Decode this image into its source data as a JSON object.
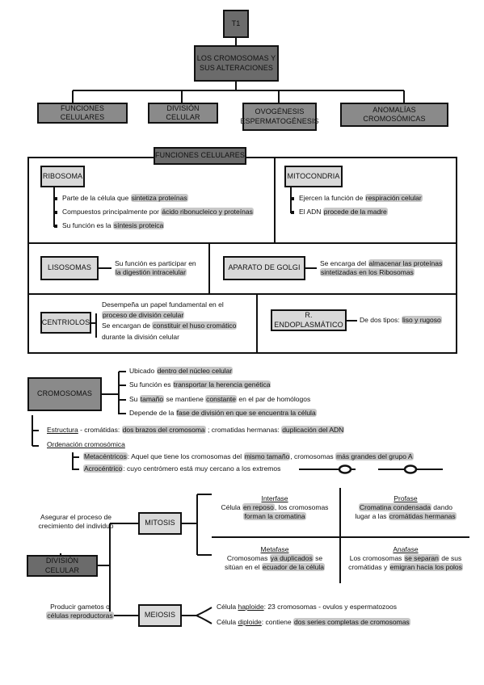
{
  "top": {
    "t1": "T1",
    "title_1": "LOS CROMOSOMAS Y",
    "title_2": "SUS ALTERACIONES"
  },
  "branches": {
    "funciones": "FUNCIONES CELULARES",
    "division": "DIVISIÓN CELULAR",
    "ovo_1": "OVOGÉNESIS",
    "ovo_2": "ESPERMATOGÉNESIS",
    "anomalias": "ANOMALÍAS CROMOSÓMICAS"
  },
  "funciones": {
    "header": "FUNCIONES CELULARES",
    "ribosoma": {
      "label": "RIBOSOMA",
      "b1_pre": "Parte de la célula que ",
      "b1_hl": "sintetiza proteínas",
      "b2_pre": "Compuestos principalmente por ",
      "b2_hl": "ácido ribonucleico y proteínas",
      "b3_pre": "Su función es la ",
      "b3_hl": "síntesis proteica"
    },
    "mitocondria": {
      "label": "MITOCONDRIA",
      "b1_pre": "Ejercen la función de ",
      "b1_hl": "respiración celular",
      "b2_pre": "El ADN ",
      "b2_hl": "procede de la madre"
    },
    "lisosomas": {
      "label": "LISOSOMAS",
      "l1": "Su función es participar en",
      "l2": "la digestión intracelular"
    },
    "golgi": {
      "label": "APARATO DE GOLGI",
      "l1_pre": "Se encarga del ",
      "l1_hl": "almacenar las proteínas",
      "l2": "sintetizadas en los Ribosomas"
    },
    "centriolos": {
      "label": "CENTRIOLOS",
      "l1": "Desempeña un papel fundamental en el",
      "l2": "proceso de división celular",
      "l3_pre": "Se encargan de ",
      "l3_hl": "constituir el huso cromático",
      "l4": "durante la división celular"
    },
    "reticulo": {
      "label": "R. ENDOPLASMÁTICO",
      "pre": "De dos tipos: ",
      "hl": "liso y rugoso"
    }
  },
  "cromosomas": {
    "label": "CROMOSOMAS",
    "b1_pre": "Ubicado ",
    "b1_hl": "dentro del núcleo celular",
    "b2_pre": "Su función es ",
    "b2_hl": "transportar la herencia genética",
    "b3_pre": "Su ",
    "b3_hl1": "tamaño",
    "b3_mid": " se mantiene ",
    "b3_hl2": "constante",
    "b3_post": " en el par de homólogos",
    "b4_pre": "Depende de la ",
    "b4_hl": "fase de división en que se encuentra la célula",
    "estructura_label": "Estructura",
    "estructura_pre": " - cromátidas: ",
    "estructura_hl1": "dos brazos del cromosoma",
    "estructura_mid": " ; cromatidas hermanas: ",
    "estructura_hl2": "duplicación del ADN",
    "ordenacion_label": "Ordenación cromosómica",
    "meta_label": "Metacéntricos",
    "meta_pre": ": Aquel que tiene los cromosomas del ",
    "meta_hl1": "mismo tamaño",
    "meta_mid": ", cromosomas ",
    "meta_hl2": "más grandes del grupo A",
    "acro_label": "Acrocéntrico",
    "acro_text": ": cuyo centrómero está muy cercano a los extremos"
  },
  "division": {
    "label": "DIVISIÓN CELULAR",
    "mitosis_purpose_1": "Asegurar el proceso de",
    "mitosis_purpose_2": "crecimiento del individuo",
    "mitosis": "MITOSIS",
    "interfase": {
      "title": "Interfase",
      "l1_pre": "Célula ",
      "l1_hl": "en reposo",
      "l1_post": ", los cromosomas",
      "l2": "forman la cromatina"
    },
    "profase": {
      "title": "Profase",
      "l1_hl": "Cromatina condensada",
      "l1_post": " dando",
      "l2_pre": "lugar a las ",
      "l2_hl": "cromátidas hermanas"
    },
    "metafase": {
      "title": "Metafase",
      "l1_pre": "Cromosomas ",
      "l1_hl": "ya duplicados",
      "l1_post": " se",
      "l2_pre": "sitúan en el ",
      "l2_hl": "ecuador de la célula"
    },
    "anafase": {
      "title": "Anafase",
      "l1_pre": "Los cromosomas ",
      "l1_hl": "se separan",
      "l1_post": " de sus",
      "l2_pre": "cromátidas y ",
      "l2_hl": "emigran hacia los polos"
    },
    "meiosis_purpose_1": "Producir gametos o",
    "meiosis_purpose_2": "células reproductoras",
    "meiosis": "MEIOSIS",
    "haploide_pre": "Célula ",
    "haploide_label": "haploide",
    "haploide_post": ": 23 cromosomas - ovulos y espermatozoos",
    "diploide_pre": "Célula ",
    "diploide_label": "diploide",
    "diploide_mid": ": contiene ",
    "diploide_hl": "dos series completas de cromosomas"
  }
}
